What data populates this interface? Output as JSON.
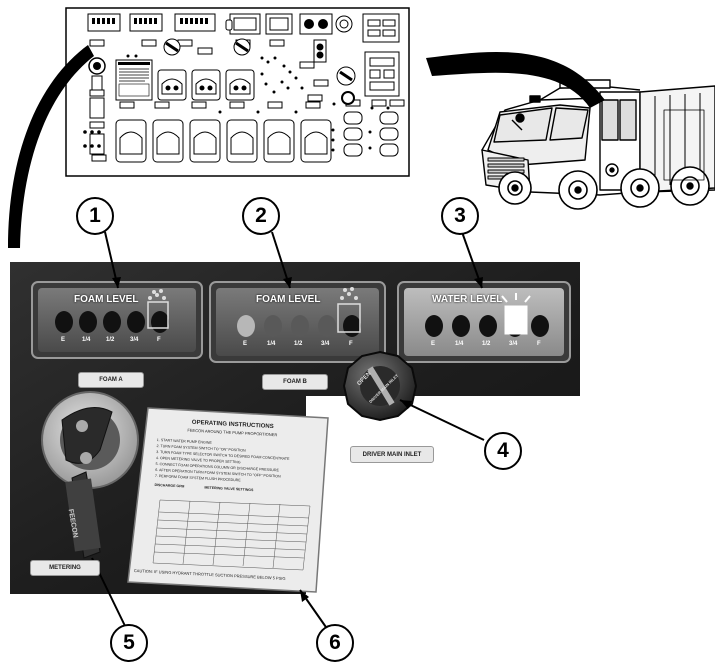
{
  "callouts": [
    "1",
    "2",
    "3",
    "4",
    "5",
    "6"
  ],
  "gauges": {
    "foam_a_title": "FOAM LEVEL",
    "foam_b_title": "FOAM LEVEL",
    "water_title": "WATER LEVEL",
    "marks": [
      "E",
      "1/4",
      "1/2",
      "3/4",
      "F"
    ]
  },
  "labels": {
    "foam_a": "FOAM A",
    "foam_b": "FOAM B",
    "driver_main_inlet": "DRIVER MAIN INLET",
    "metering": "METERING",
    "knob_open": "OPEN",
    "knob_inlet": "DRIVER MAIN INLET",
    "handle_brand": "FEECON"
  },
  "instructions": {
    "title": "OPERATING INSTRUCTIONS",
    "subtitle": "FEECON AROUND THE PUMP PROPORTIONER",
    "steps": [
      "1. START WATER PUMP ENGINE",
      "2. TURN FOAM SYSTEM SWITCH TO \"ON\" POSITION",
      "3. TURN FOAM TYPE SELECTOR SWITCH TO DESIRED FOAM CONCENTRATE",
      "4. OPEN METERING VALVE TO PROPER SETTING",
      "5. CONNECT FOAM OPERATIONS COLUMN OR DISCHARGE PRESSURE",
      "6. AFTER OPERATION TURN FOAM SYSTEM SWITCH TO \"OFF\" POSITION",
      "7. PERFORM FOAM SYSTEM FLUSH PROCEDURE"
    ],
    "table_header": [
      "DISCHARGE GPM",
      "METERING VALVE SETTINGS"
    ],
    "caution": "CAUTION:  IF USING HYDRANT THROTTLE SUCTION PRESSURE BELOW 5 PSIG"
  }
}
